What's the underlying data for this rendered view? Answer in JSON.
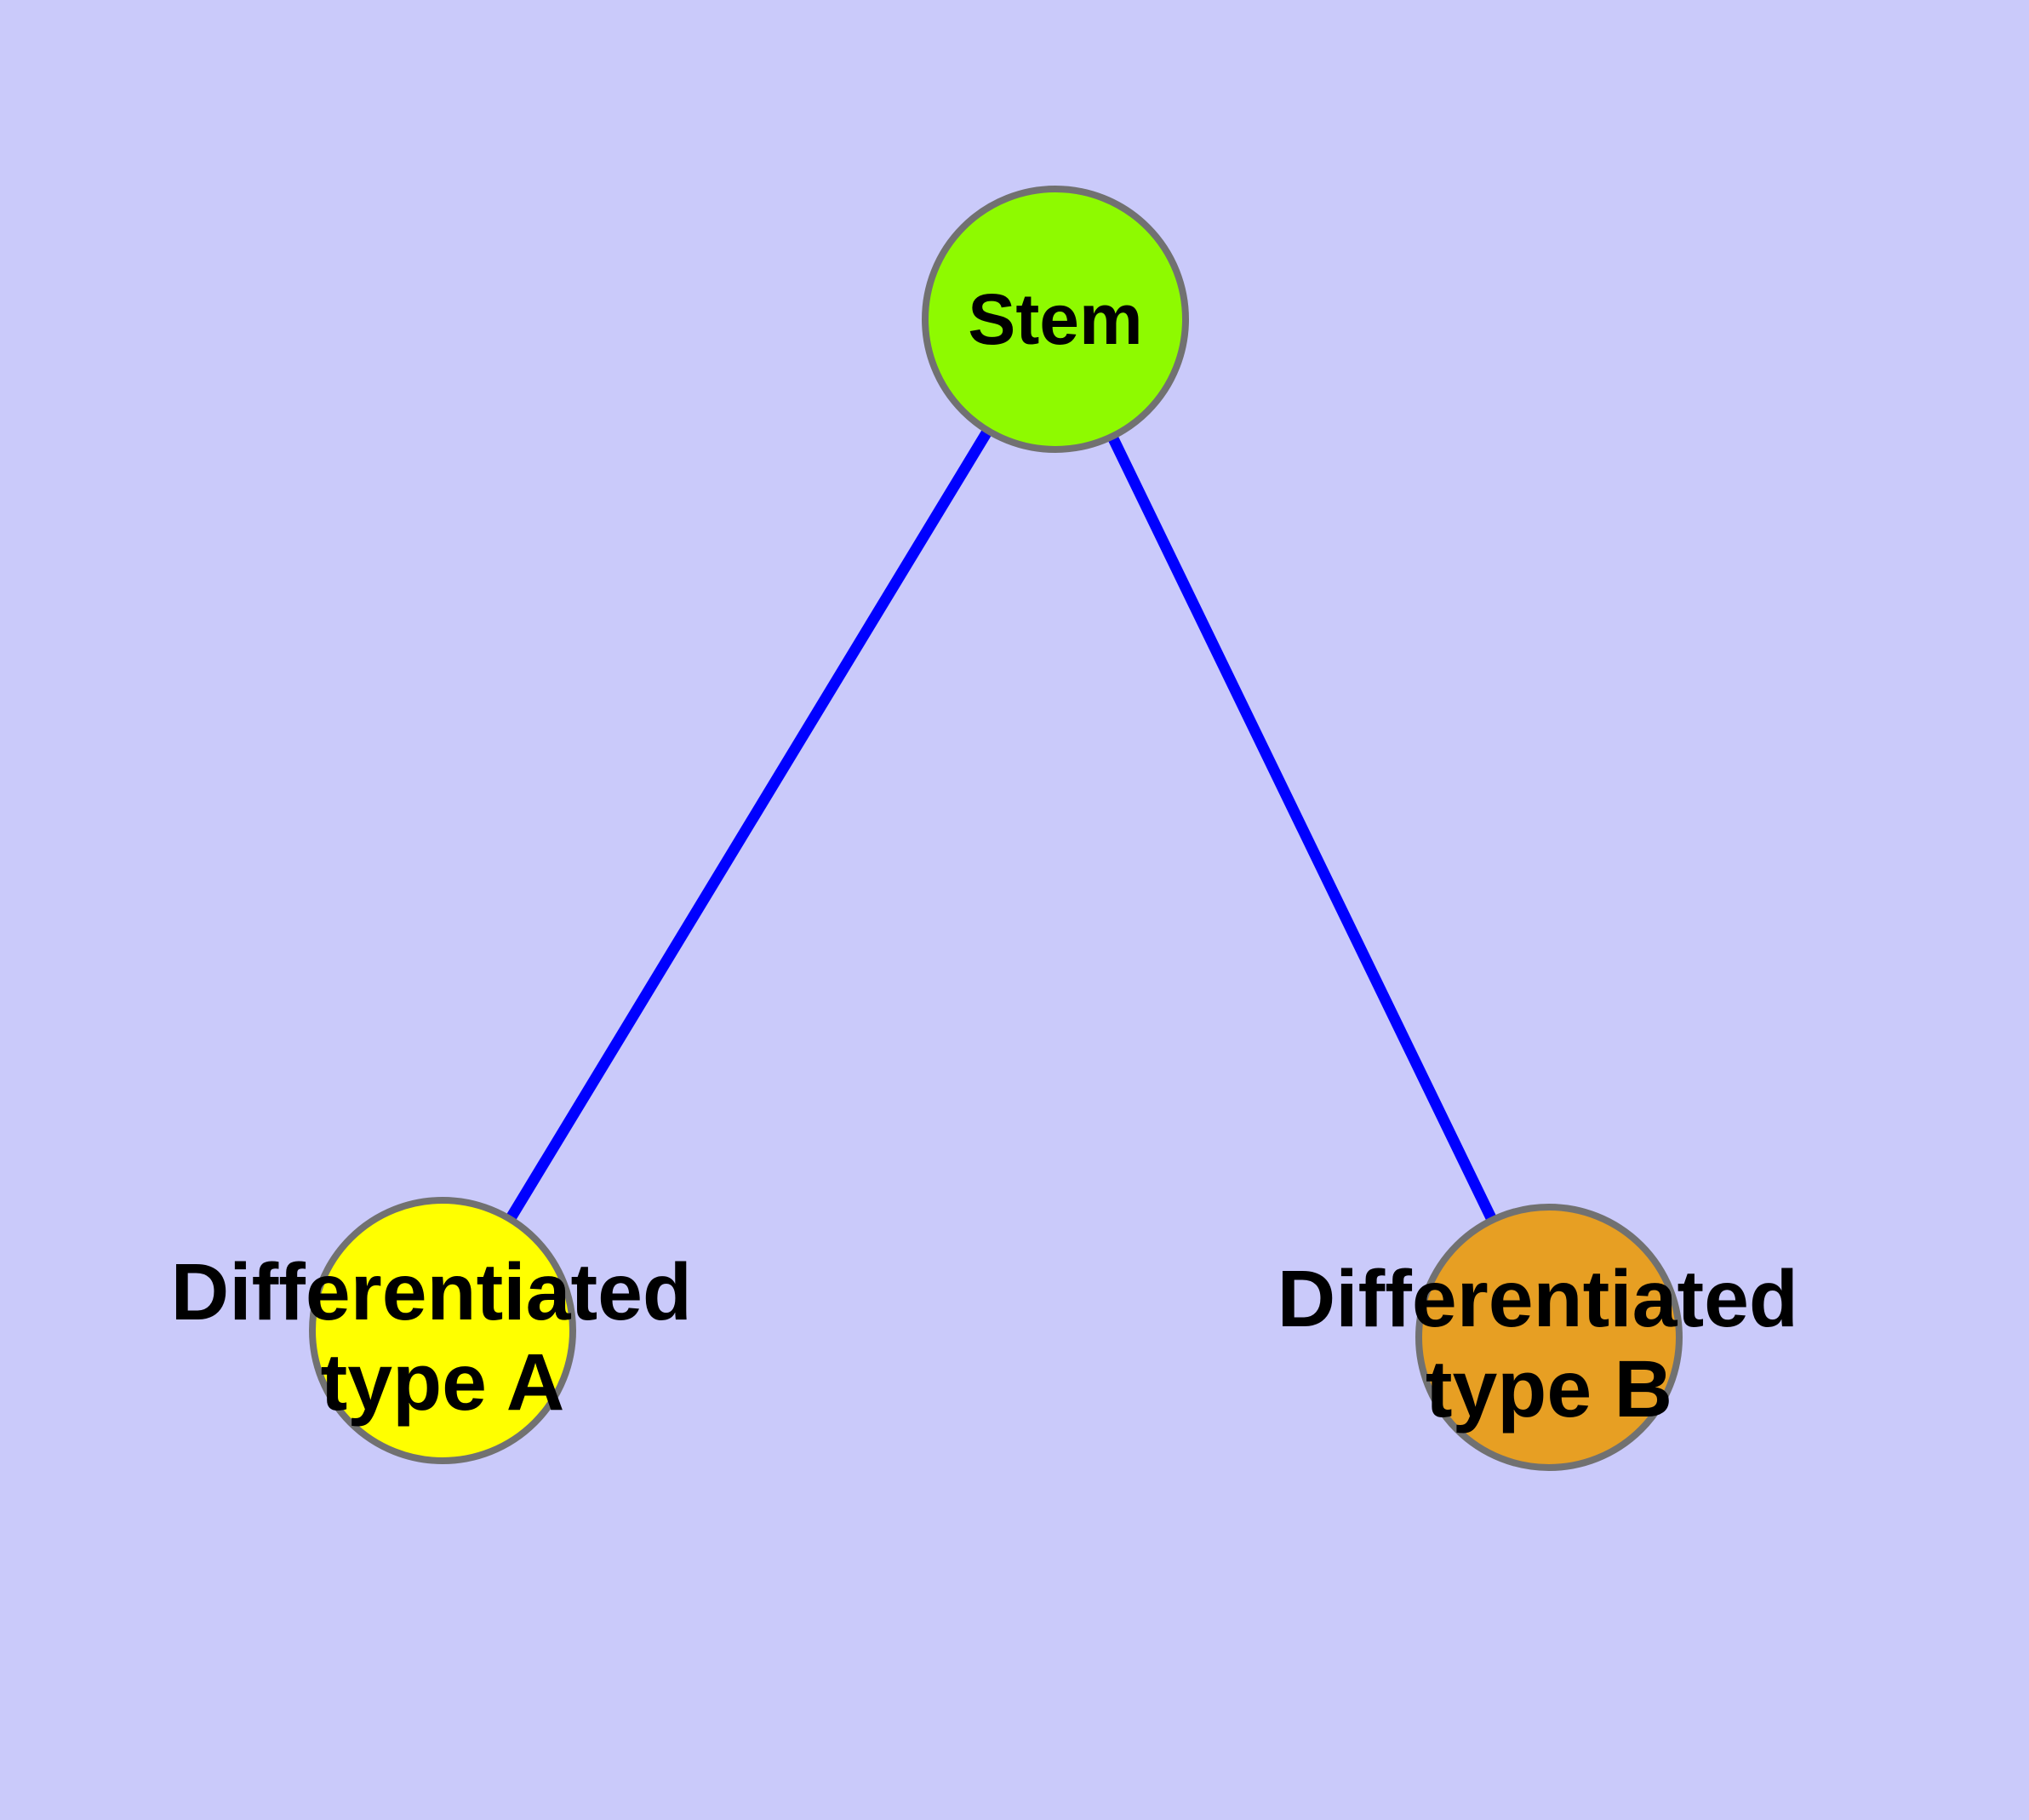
{
  "figure": {
    "description": "Cell differentiation graph: stem node connected to two differentiated type nodes",
    "background_color": "#CACAFA",
    "edge_color": "#0000FF",
    "node_border_color": "#717171",
    "label_color": "#000000",
    "nodes": [
      {
        "id": "stem",
        "label": "Stem",
        "fill_color": "#8EFA00"
      },
      {
        "id": "differentiated-type-a",
        "label_line1": "Differentiated",
        "label_line2": "type A",
        "fill_color": "#FFFF00"
      },
      {
        "id": "differentiated-type-b",
        "label_line1": "Differentiated",
        "label_line2": "type B",
        "fill_color": "#E79F23"
      }
    ],
    "edges": [
      {
        "from": "Stem",
        "to": "Differentiated type A"
      },
      {
        "from": "Stem",
        "to": "Differentiated type B"
      }
    ]
  }
}
